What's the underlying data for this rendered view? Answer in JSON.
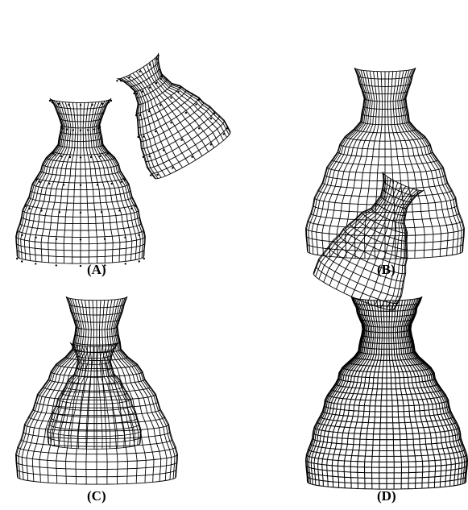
{
  "panels": [
    {
      "id": "A",
      "label": "(A)"
    },
    {
      "id": "B",
      "label": "(B)"
    },
    {
      "id": "C",
      "label": "(C)"
    },
    {
      "id": "D",
      "label": "(D)"
    }
  ],
  "colors": {
    "background": "#ffffff",
    "mesh_line": "#000000",
    "control_point": "#000000"
  }
}
